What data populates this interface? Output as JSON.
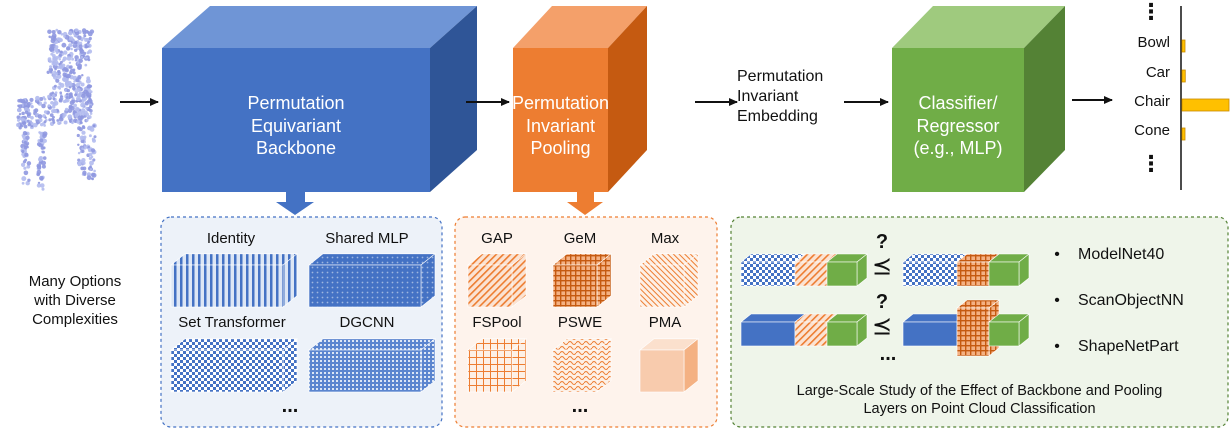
{
  "colors": {
    "blue": "#4472c4",
    "orange": "#ed7d31",
    "green": "#70ad47",
    "bar": "#ffc000"
  },
  "input": {
    "icon": "point-cloud-chair"
  },
  "backbone": {
    "lines": [
      "Permutation",
      "Equivariant",
      "Backbone"
    ]
  },
  "pooling": {
    "lines": [
      "Permutation",
      "Invariant",
      "Pooling"
    ]
  },
  "embedding": {
    "lines": [
      "Permutation",
      "Invariant",
      "Embedding"
    ]
  },
  "classifier": {
    "lines": [
      "Classifier/",
      "Regressor",
      "(e.g., MLP)"
    ]
  },
  "output": {
    "classes": [
      "Bowl",
      "Car",
      "Chair",
      "Cone"
    ],
    "scores": [
      0.04,
      0.07,
      1.0,
      0.04
    ],
    "ellipsis": "⋮"
  },
  "side_note": {
    "lines": [
      "Many Options",
      "with Diverse",
      "Complexities"
    ]
  },
  "backbone_options": {
    "items": [
      "Identity",
      "Shared MLP",
      "Set Transformer",
      "DGCNN"
    ],
    "more": "..."
  },
  "pooling_options": {
    "items": [
      "GAP",
      "GeM",
      "Max",
      "FSPool",
      "PSWE",
      "PMA"
    ],
    "more": "..."
  },
  "study": {
    "question": "?",
    "more": "...",
    "datasets": [
      "ModelNet40",
      "ScanObjectNN",
      "ShapeNetPart"
    ],
    "bullet": "•",
    "caption": [
      "Large-Scale Study of the Effect of Backbone and Pooling",
      "Layers on Point Cloud Classification"
    ]
  }
}
